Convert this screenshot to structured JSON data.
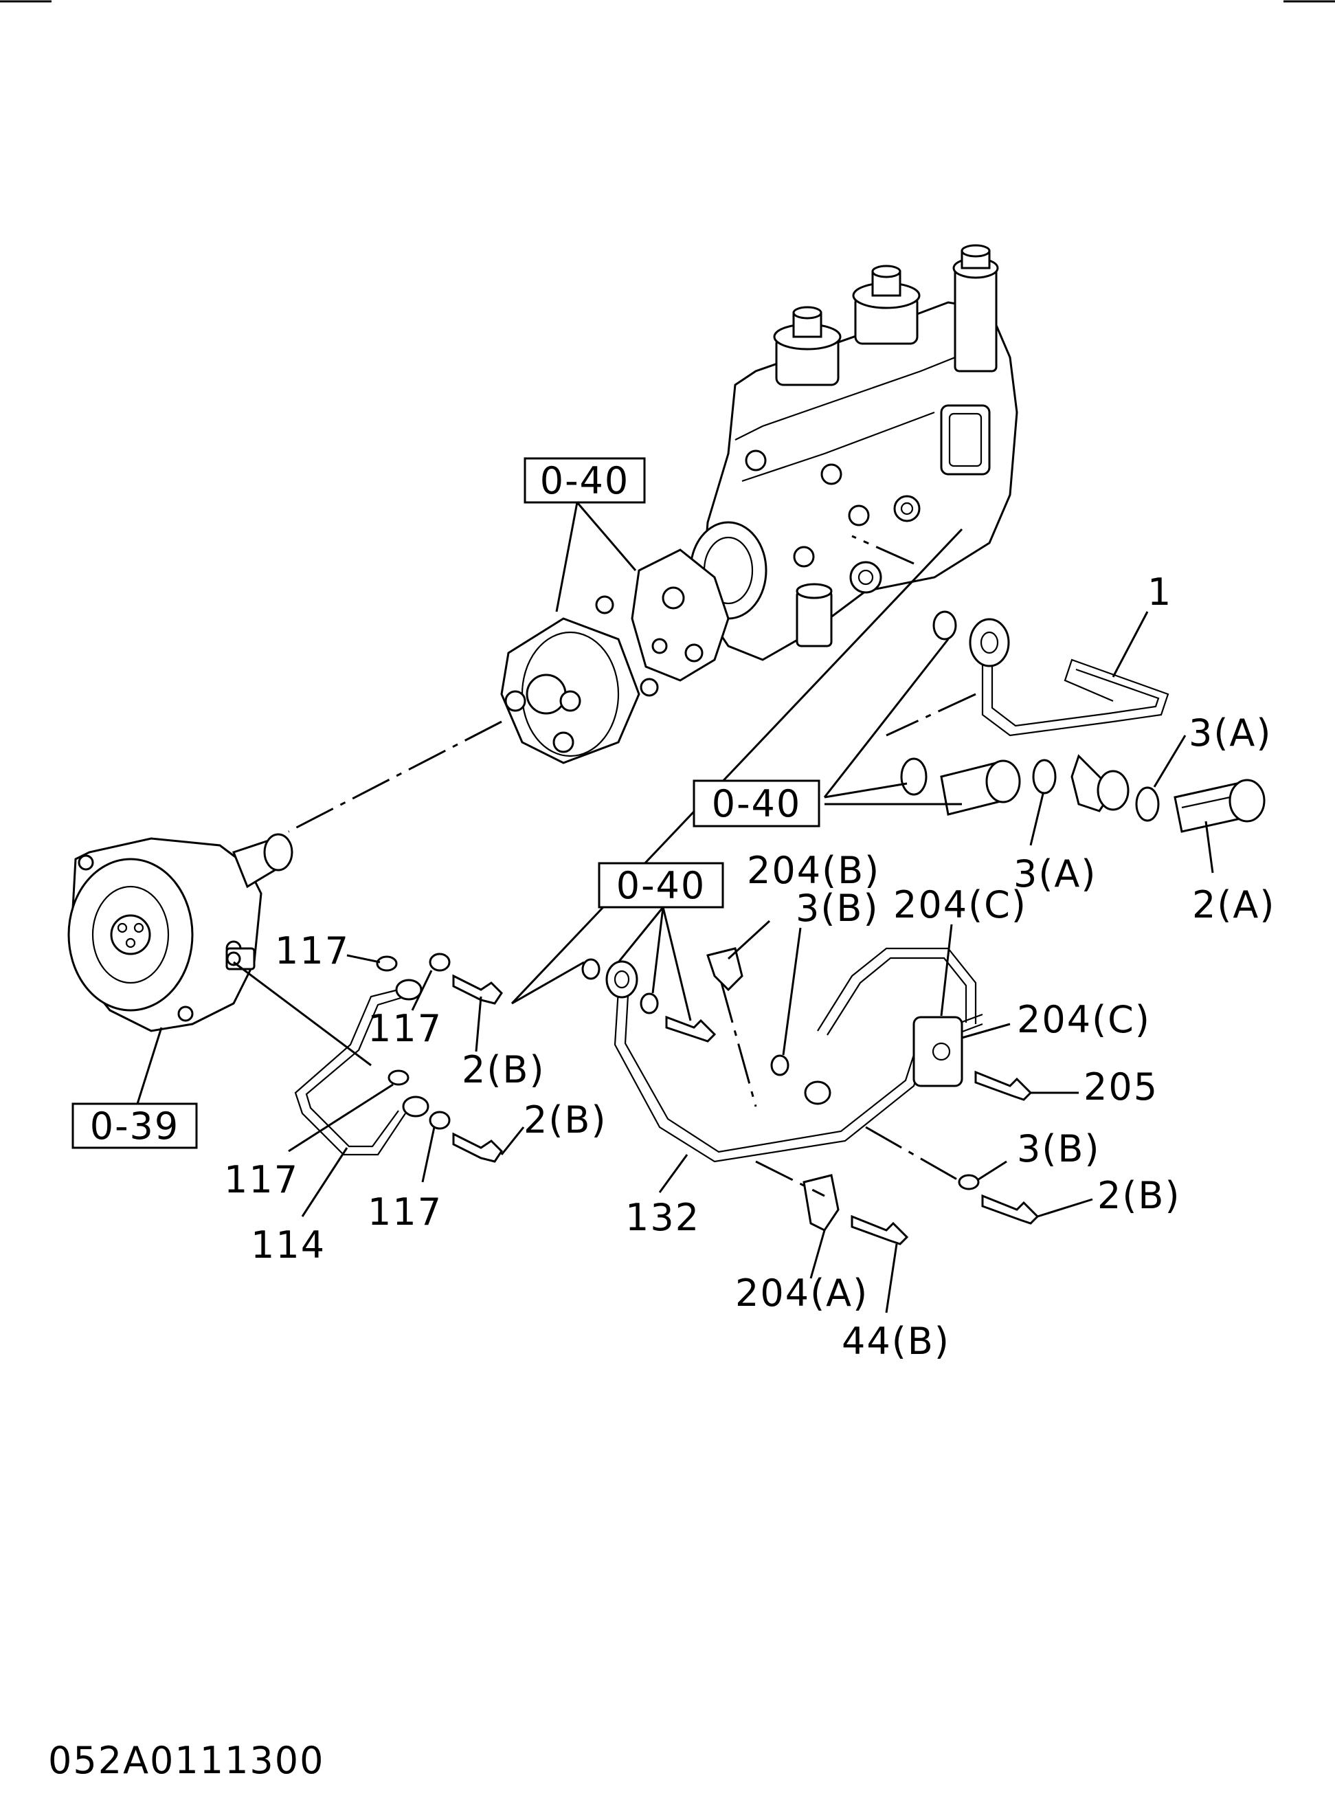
{
  "drawing_code": "052A0111300",
  "references": {
    "ref_a": "0-40",
    "ref_b": "0-40",
    "ref_c": "0-40",
    "ref_d": "0-39"
  },
  "callouts": {
    "c1": "1",
    "c3a_right": "3(A)",
    "c3a_lower": "3(A)",
    "c2a": "2(A)",
    "c204b": "204(B)",
    "c3b_top": "3(B)",
    "c204c_top": "204(C)",
    "c204c_right": "204(C)",
    "c205": "205",
    "c3b_right": "3(B)",
    "c2b_right": "2(B)",
    "c132": "132",
    "c204a": "204(A)",
    "c44b": "44(B)",
    "c117_top": "117",
    "c117_mid": "117",
    "c2b_mid": "2(B)",
    "c2b_low": "2(B)",
    "c117_left": "117",
    "c117_bottom": "117",
    "c114": "114"
  }
}
